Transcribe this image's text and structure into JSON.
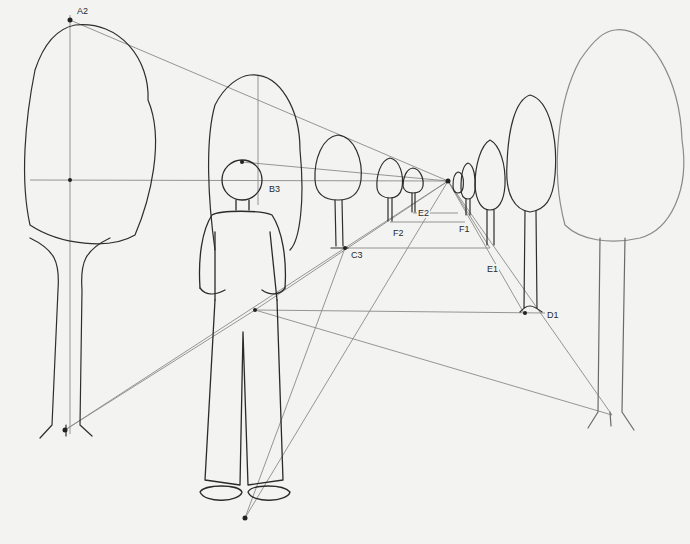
{
  "diagram": {
    "labels": [
      "A2",
      "B3",
      "C3",
      "F2",
      "E2",
      "F1",
      "E1",
      "D1"
    ]
  }
}
